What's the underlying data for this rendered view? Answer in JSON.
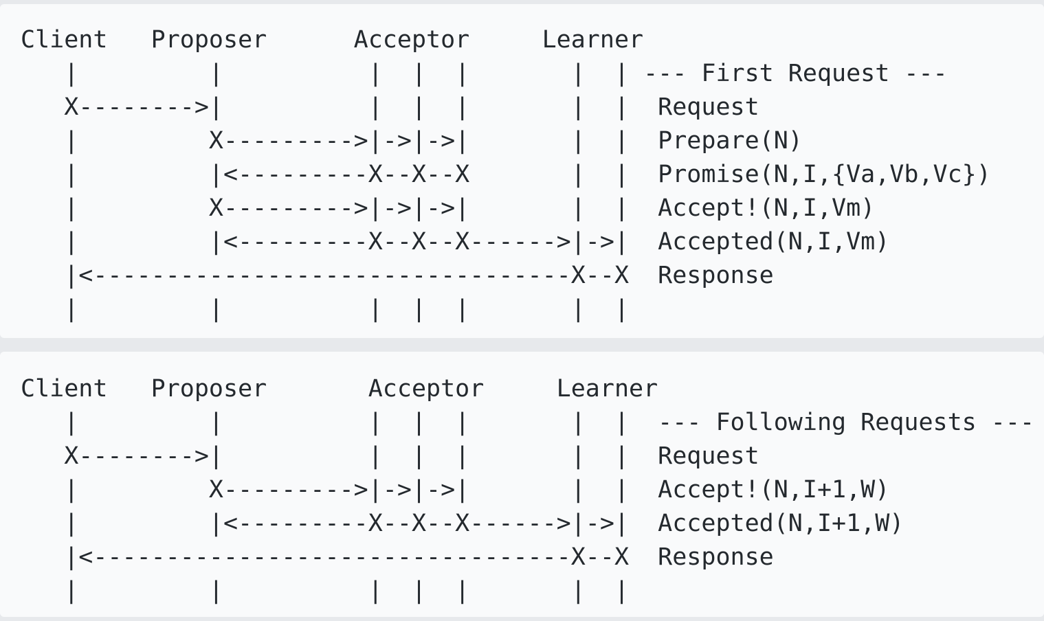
{
  "colors": {
    "page_background": "#e7e9ec",
    "panel_background": "#f9fafb",
    "text": "#24292e"
  },
  "diagram": {
    "blocks": [
      {
        "name": "first-request",
        "lines": [
          "Client   Proposer      Acceptor     Learner",
          "   |         |          |  |  |       |  | --- First Request ---",
          "   X-------->|          |  |  |       |  |  Request",
          "   |         X--------->|->|->|       |  |  Prepare(N)",
          "   |         |<---------X--X--X       |  |  Promise(N,I,{Va,Vb,Vc})",
          "   |         X--------->|->|->|       |  |  Accept!(N,I,Vm)",
          "   |         |<---------X--X--X------>|->|  Accepted(N,I,Vm)",
          "   |<---------------------------------X--X  Response",
          "   |         |          |  |  |       |  |"
        ]
      },
      {
        "name": "following-requests",
        "lines": [
          "Client   Proposer       Acceptor     Learner",
          "   |         |          |  |  |       |  |  --- Following Requests ---",
          "   X-------->|          |  |  |       |  |  Request",
          "   |         X--------->|->|->|       |  |  Accept!(N,I+1,W)",
          "   |         |<---------X--X--X------>|->|  Accepted(N,I+1,W)",
          "   |<---------------------------------X--X  Response",
          "   |         |          |  |  |       |  |"
        ]
      }
    ]
  }
}
